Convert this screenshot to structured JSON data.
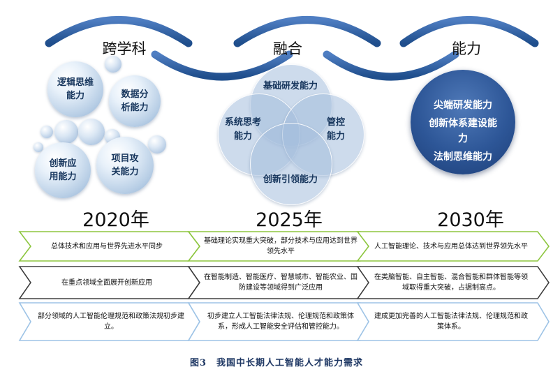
{
  "stages": [
    {
      "title": "跨学科",
      "year": "2020年"
    },
    {
      "title": "融合",
      "year": "2025年"
    },
    {
      "title": "能力",
      "year": "2030年"
    }
  ],
  "stage1_bubbles": [
    "逻辑思维能力",
    "数据分析能力",
    "创新应用能力",
    "项目攻关能力"
  ],
  "stage2_venn": [
    "基础研发能力",
    "系统思考能力",
    "管控能力",
    "创新引领能力"
  ],
  "stage3_abilities": [
    "尖端研发能力",
    "创新体系建设能力",
    "法制思维能力"
  ],
  "rows": [
    {
      "color": "#8dc63f",
      "cells": [
        "总体技术和应用与世界先进水平同步",
        "基础理论实现重大突破，部分技术与应用达到世界领先水平",
        "人工智能理论、技术与应用总体达到世界领先水平"
      ]
    },
    {
      "color": "#404040",
      "cells": [
        "在重点领域全面展开创新应用",
        "在智能制造、智能医疗、智慧城市、智能农业、国防建设等领域得到广泛应用",
        "在类脑智能、自主智能、混合智能和群体智能等领域取得重大突破，占据制高点。"
      ]
    },
    {
      "color": "#9dc3e6",
      "cells": [
        "部分领域的人工智能伦理规范和政策法规初步建立。",
        "初步建立人工智能法律法规、伦理规范和政策体系，形成人工智能安全评估和管控能力。",
        "建成更加完善的人工智能法律法规、伦理规范和政策体系。"
      ]
    }
  ],
  "caption": "图3　我国中长期人工智能人才能力需求"
}
